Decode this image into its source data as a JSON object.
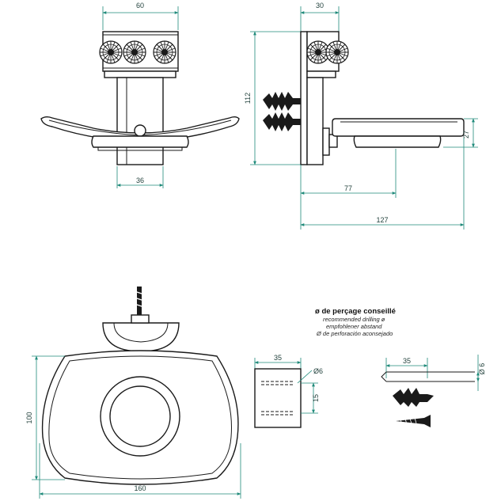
{
  "dimensions": {
    "front_width": "60",
    "front_post": "36",
    "side_depth": "30",
    "side_height": "112",
    "dish_height": "27",
    "dish_reach": "77",
    "total_depth": "127",
    "plate_width": "160",
    "plate_height": "100",
    "plug_spacing_width": "35",
    "plug_diameter": "Ø6",
    "plug_spacing_height": "15",
    "drill_length": "35",
    "drill_diameter": "Ø 6"
  },
  "drilling_note": {
    "title": "ø de perçage conseillé",
    "en": "recommended drilling ø",
    "de": "empfohlener abstand",
    "es": "Ø de perforación aconsejado"
  },
  "colors": {
    "dimension_line": "#1f8a7a",
    "outline": "#1a1a1a"
  }
}
